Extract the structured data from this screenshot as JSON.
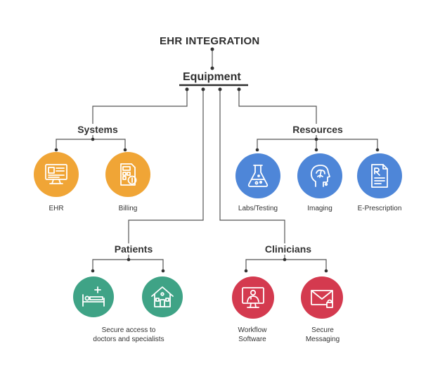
{
  "title": "EHR INTEGRATION",
  "root": "Equipment",
  "colors": {
    "orange": "#f0a536",
    "blue": "#4e86d8",
    "green": "#3fa386",
    "red": "#d43a4f",
    "line": "#555555"
  },
  "categories": {
    "systems": {
      "label": "Systems",
      "items": [
        {
          "label": "EHR",
          "icon": "ehr-monitor-icon"
        },
        {
          "label": "Billing",
          "icon": "billing-calculator-icon"
        }
      ]
    },
    "resources": {
      "label": "Resources",
      "items": [
        {
          "label": "Labs/Testing",
          "icon": "lab-flask-icon"
        },
        {
          "label": "Imaging",
          "icon": "brain-imaging-icon"
        },
        {
          "label": "E-Prescription",
          "icon": "prescription-icon"
        }
      ]
    },
    "patients": {
      "label": "Patients",
      "items": [
        {
          "icon": "hospital-bed-icon"
        },
        {
          "icon": "home-icon"
        }
      ],
      "caption_line1": "Secure access to",
      "caption_line2": "doctors and specialists"
    },
    "clinicians": {
      "label": "Clinicians",
      "items": [
        {
          "label_line1": "Workflow",
          "label_line2": "Software",
          "icon": "doctor-monitor-icon"
        },
        {
          "label_line1": "Secure",
          "label_line2": "Messaging",
          "icon": "secure-mail-icon"
        }
      ]
    }
  }
}
